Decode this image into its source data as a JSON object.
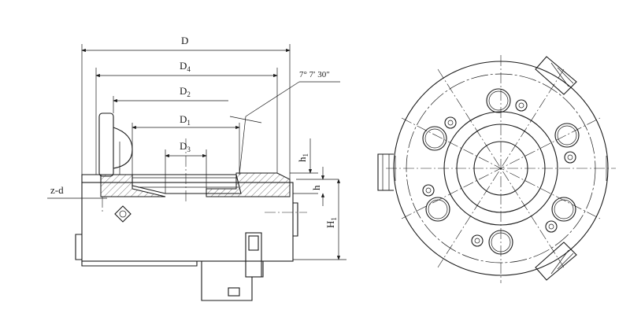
{
  "labels": {
    "D": "D",
    "D4_main": "D",
    "D4_sub": "4",
    "D2_main": "D",
    "D2_sub": "2",
    "D1_main": "D",
    "D1_sub": "1",
    "D3_main": "D",
    "D3_sub": "3",
    "h1_main": "h",
    "h1_sub": "1",
    "h": "h",
    "H1_main": "H",
    "H1_sub": "1",
    "zd": "z-d",
    "angle": "7° 7′ 30″"
  }
}
